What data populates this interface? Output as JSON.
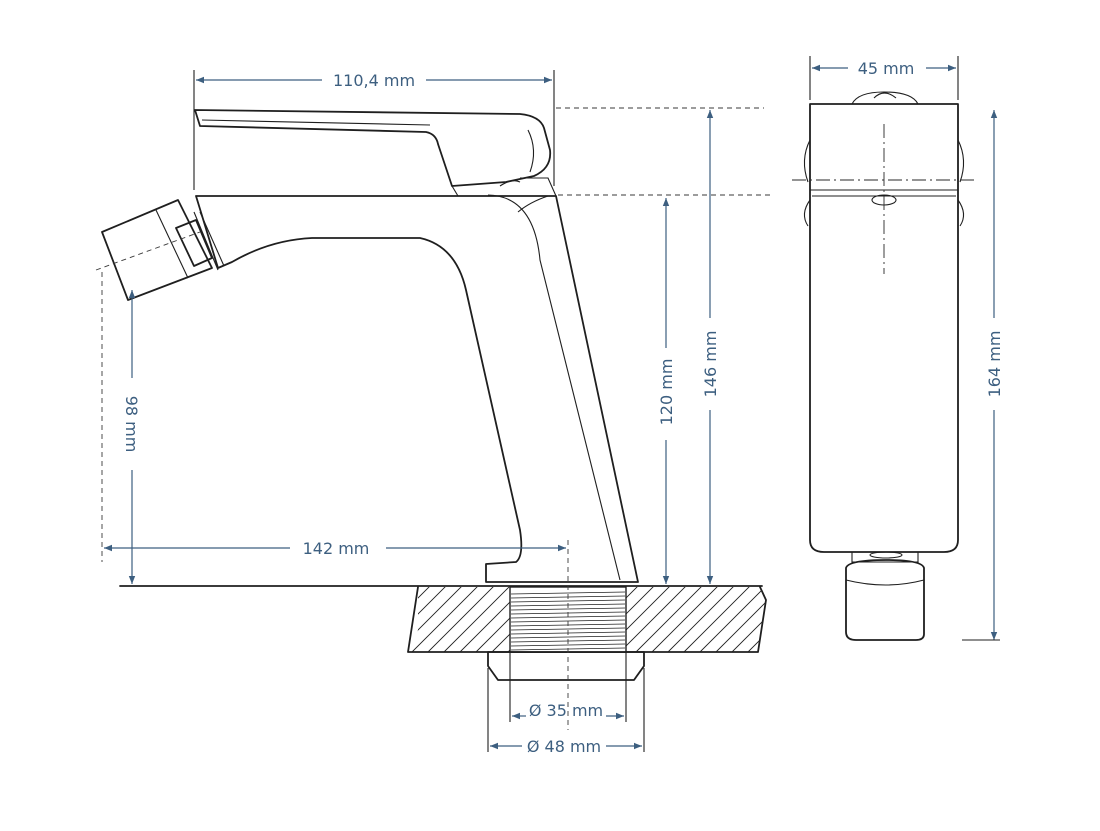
{
  "colors": {
    "dimension": "#3d5f80",
    "outline": "#1f1f1f",
    "background": "#ffffff"
  },
  "dimensions": {
    "top_width": "110,4 mm",
    "side_width": "45 mm",
    "spout_height": "98 mm",
    "spout_reach": "142 mm",
    "body_height": "120 mm",
    "handle_height": "146 mm",
    "total_height": "164 mm",
    "thread_diameter": "Ø 35 mm",
    "flange_diameter": "Ø 48 mm"
  }
}
